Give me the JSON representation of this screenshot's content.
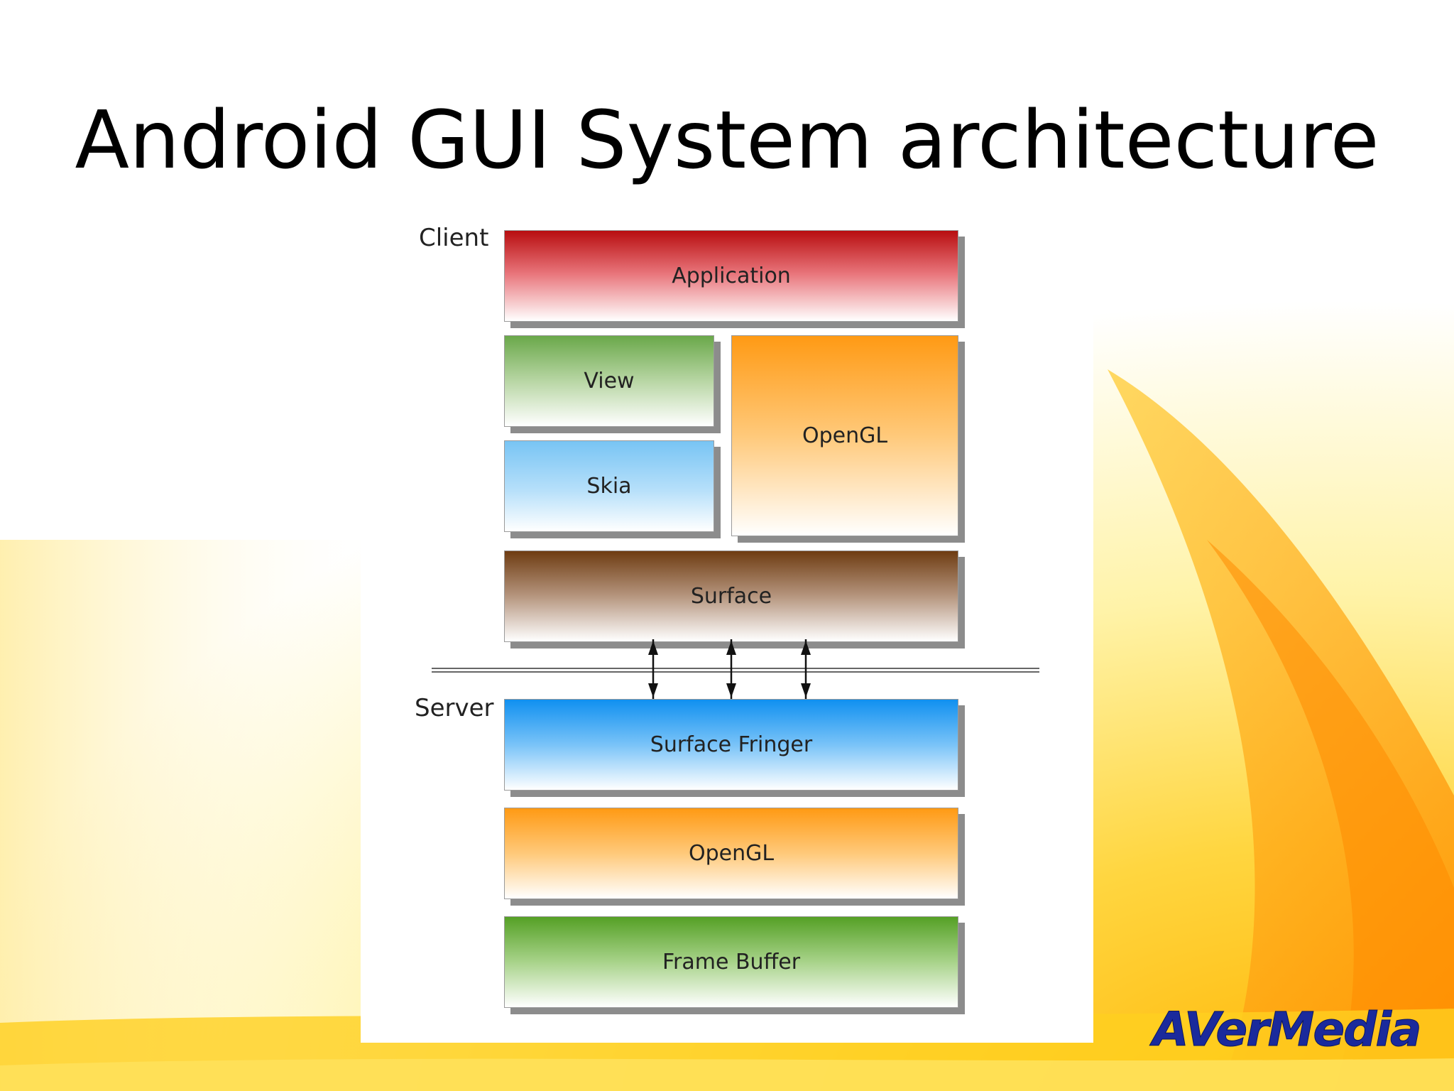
{
  "slide": {
    "title": "Android GUI System architecture"
  },
  "diagram": {
    "client_label": "Client",
    "server_label": "Server",
    "client_blocks": {
      "application": "Application",
      "view": "View",
      "skia": "Skia",
      "opengl": "OpenGL",
      "surface": "Surface"
    },
    "server_blocks": {
      "surface_flinger": "Surface Fringer",
      "opengl": "OpenGL",
      "frame_buffer": "Frame Buffer"
    }
  },
  "logo": {
    "text": "AVerMedia",
    "color": "#1a2a9c"
  },
  "colors": {
    "application": "#b80e10",
    "view": "#6aa84a",
    "skia": "#78c4f4",
    "opengl": "#ff9a14",
    "surface": "#6e3c12",
    "surface_flinger": "#1090f0",
    "frame_buffer": "#55a025"
  }
}
